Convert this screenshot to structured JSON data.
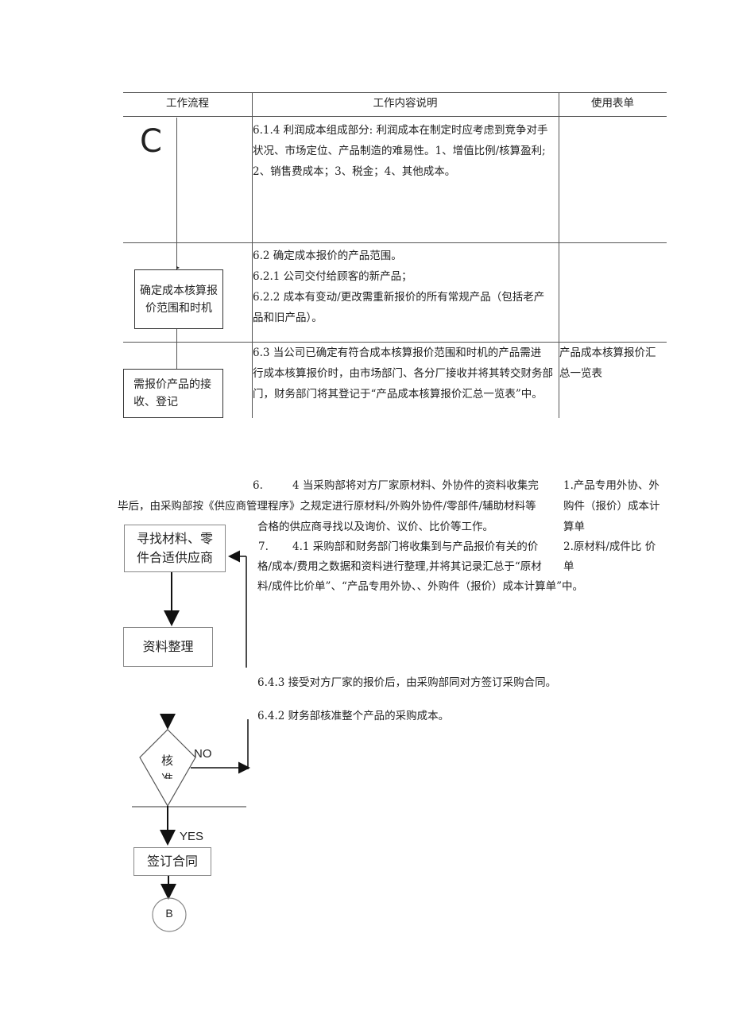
{
  "table": {
    "headers": {
      "flow": "工作流程",
      "content": "工作内容说明",
      "forms": "使用表单"
    },
    "connector_mark": "C",
    "rows": [
      {
        "lines": [
          "6.1.4 利润成本组成部分: 利润成本在制定时应考虑到竞争对手",
          "状况、市场定位、产品制造的难易性。1、增值比例/核算盈利;",
          "2、销售费成本；3、税金；4、其他成本。"
        ]
      },
      {
        "box_lines": [
          "确定成本核算报",
          "价范围和时机"
        ],
        "lines": [
          "6.2 确定成本报价的产品范围。",
          "6.2.1 公司交付给顾客的新产品；",
          "6.2.2 成本有变动/更改需重新报价的所有常规产品（包括老产",
          "品和旧产品）。"
        ]
      },
      {
        "box_lines": [
          "需报价产品的接",
          "收、登记"
        ],
        "lines": [
          "6.3 当公司已确定有符合成本核算报价范围和时机的产品需进",
          "行成本核算报价时，由市场部门、各分厂接收并将其转交财务部",
          "门，财务部门将其登记于“产品成本核算报价汇总一览表”中。"
        ],
        "form_lines": [
          "产品成本核算报价汇",
          "总一览表"
        ]
      }
    ]
  },
  "section2": {
    "p1": {
      "lead_num": "6.",
      "lead_text": "4 当采购部将对方厂家原材料、外协件的资料收集完",
      "line2": "毕后，由采购部按《供应商管理程序》之规定进行原材料/外购外协件/零部件/辅助材料等",
      "line3": "合格的供应商寻找以及询价、议价、比价等工作。"
    },
    "p2": {
      "lead_num": "7.",
      "lead_text": "4.1 采购部和财务部门将收集到与产品报价有关的价",
      "line2": "格/成本/费用之数据和资料进行整理,并将其记录汇总于“原材",
      "line3": "料/成件比价单”、“产品专用外协、、外购件（报价）成本计算单”中。"
    },
    "forms": [
      [
        "1.产品专用外协、外",
        "购件（报价）成本计",
        "算单"
      ],
      [
        "2.原材料/成件比  价",
        "单"
      ]
    ],
    "p3": "6.4.3 接受对方厂家的报价后，由采购部同对方签订采购合同。",
    "p4": "6.4.2 财务部核准整个产品的采购成本。",
    "flow": {
      "box_find": [
        "寻找材料、零",
        "件合适供应商"
      ],
      "box_organize": "资料整理",
      "decision": [
        "核",
        "准"
      ],
      "no_label": "NO",
      "yes_label": "YES",
      "box_sign": "签订合同",
      "connector_b": "B"
    }
  }
}
